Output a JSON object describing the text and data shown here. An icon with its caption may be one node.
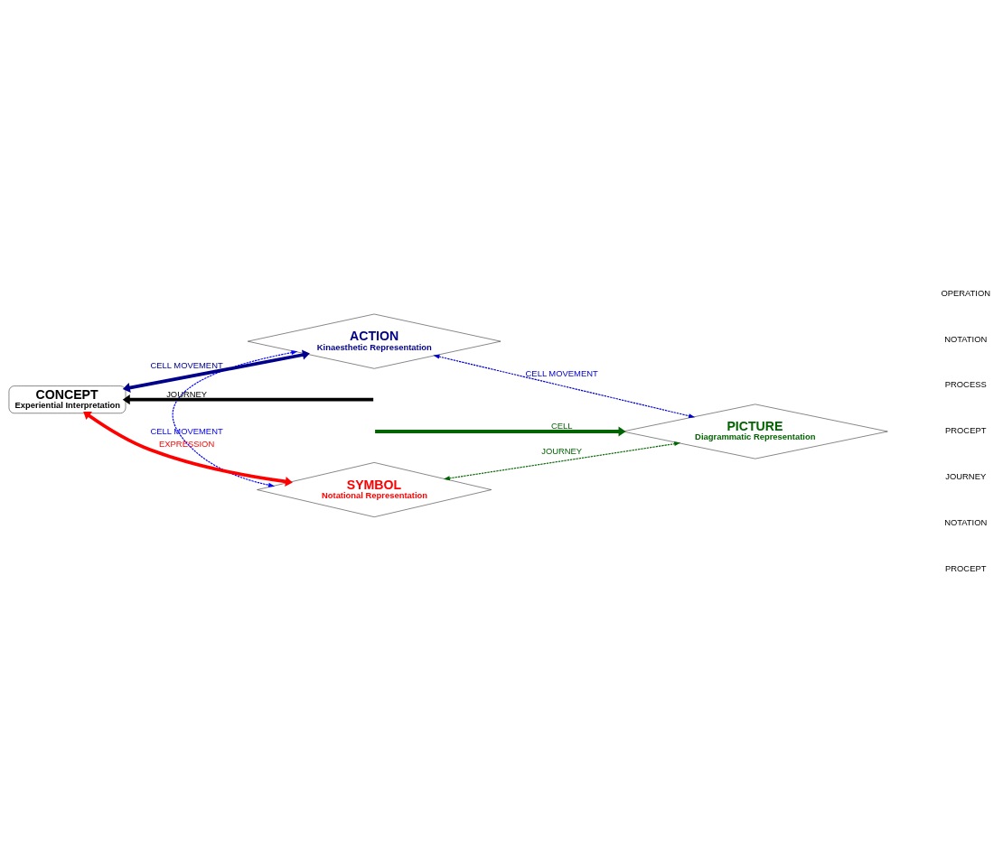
{
  "diagram": {
    "nodes": [
      {
        "text": [
          "ACTION",
          "Kinaesthetic Representation"
        ]
      },
      {
        "text": [
          "CONCEPT",
          "Experiential Interpretation"
        ]
      },
      {
        "text": [
          "PICTURE",
          "Diagrammatic Representation"
        ]
      },
      {
        "text": [
          "SYMBOL",
          "Notational Representation"
        ]
      }
    ],
    "edges": [
      {
        "from": 1,
        "to": 0,
        "arrow": "both",
        "color": "#00008b",
        "label": "CELL MOVEMENT"
      },
      {
        "from": 0,
        "to": 2,
        "arrow": "both",
        "style": "dashed",
        "color": "#0000cc",
        "label": "CELL MOVEMENT"
      },
      {
        "from": 0,
        "to": 3,
        "arrow": "both",
        "style": "dashed",
        "color": "#0000ff",
        "label": "CELL MOVEMENT"
      },
      {
        "from": null,
        "to": 1,
        "arrow": "to",
        "color": "#000000",
        "label": "JOURNEY"
      },
      {
        "from": null,
        "to": 2,
        "arrow": "to",
        "color": "#006400",
        "label": "CELL"
      },
      {
        "from": 1,
        "to": 3,
        "arrow": "both",
        "color": "#ff0000",
        "label": "EXPRESSION"
      },
      {
        "from": 3,
        "to": 2,
        "arrow": "both",
        "style": "dashed",
        "color": "#006400",
        "label": "JOURNEY"
      }
    ],
    "labels": [
      "OPERATION",
      "NOTATION",
      "PROCESS",
      "PROCEPT",
      "JOURNEY",
      "NOTATION",
      "PROCEPT"
    ]
  }
}
